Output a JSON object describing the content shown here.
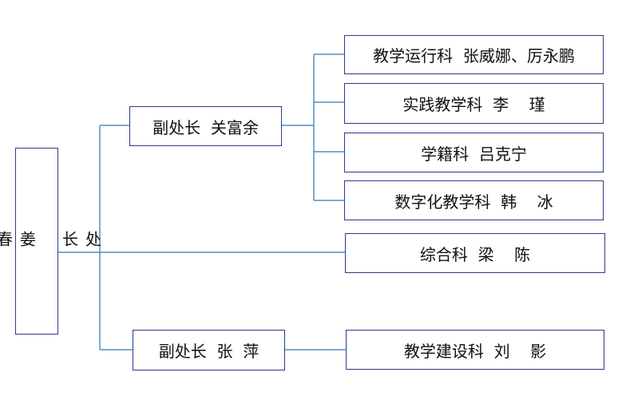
{
  "colors": {
    "line": "#4f8fc5",
    "border": "#2b3a8c"
  },
  "director": {
    "label": "处\n长\n\n姜\n春\n平"
  },
  "deputies": [
    {
      "label": "副处长  关富余"
    },
    {
      "label": "副处长  张  萍"
    }
  ],
  "departments": [
    {
      "label": "教学运行科  张威娜、厉永鹏"
    },
    {
      "label": "实践教学科  李    瑾"
    },
    {
      "label": "学籍科  吕克宁"
    },
    {
      "label": "数字化教学科  韩    冰"
    },
    {
      "label": "综合科  梁    陈"
    },
    {
      "label": "教学建设科  刘    影"
    }
  ]
}
